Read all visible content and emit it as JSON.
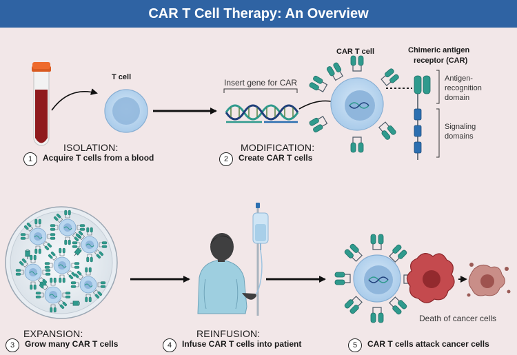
{
  "title": "CAR T Cell Therapy: An Overview",
  "labels": {
    "t_cell": "T cell",
    "car_t_cell": "CAR T cell",
    "car_header_line1": "Chimeric antigen",
    "car_header_line2": "receptor (CAR)",
    "antigen_line1": "Antigen-",
    "antigen_line2": "recognition",
    "antigen_line3": "domain",
    "signaling_line1": "Signaling",
    "signaling_line2": "domains",
    "insert_gene": "Insert gene for CAR",
    "death": "Death of cancer cells"
  },
  "steps": [
    {
      "num": "1",
      "title": "ISOLATION:",
      "desc": "Acquire T cells from a blood"
    },
    {
      "num": "2",
      "title": "MODIFICATION:",
      "desc": "Create CAR T cells"
    },
    {
      "num": "3",
      "title": "EXPANSION:",
      "desc": "Grow many CAR T cells"
    },
    {
      "num": "4",
      "title": "REINFUSION:",
      "desc": "Infuse CAR T cells into patient"
    },
    {
      "num": "5",
      "title": "",
      "desc": "CAR T cells attack cancer cells"
    }
  ],
  "colors": {
    "banner": "#2f63a3",
    "background": "#f2e7e8",
    "cell": "#b8d6f0",
    "cell_nucleus": "#8fb6dc",
    "receptor": "#2f9a8d",
    "signal": "#2c6fb0",
    "blood": "#8f1a1d",
    "tube_cap": "#ee6a2c",
    "cancer": "#c44a4e"
  }
}
